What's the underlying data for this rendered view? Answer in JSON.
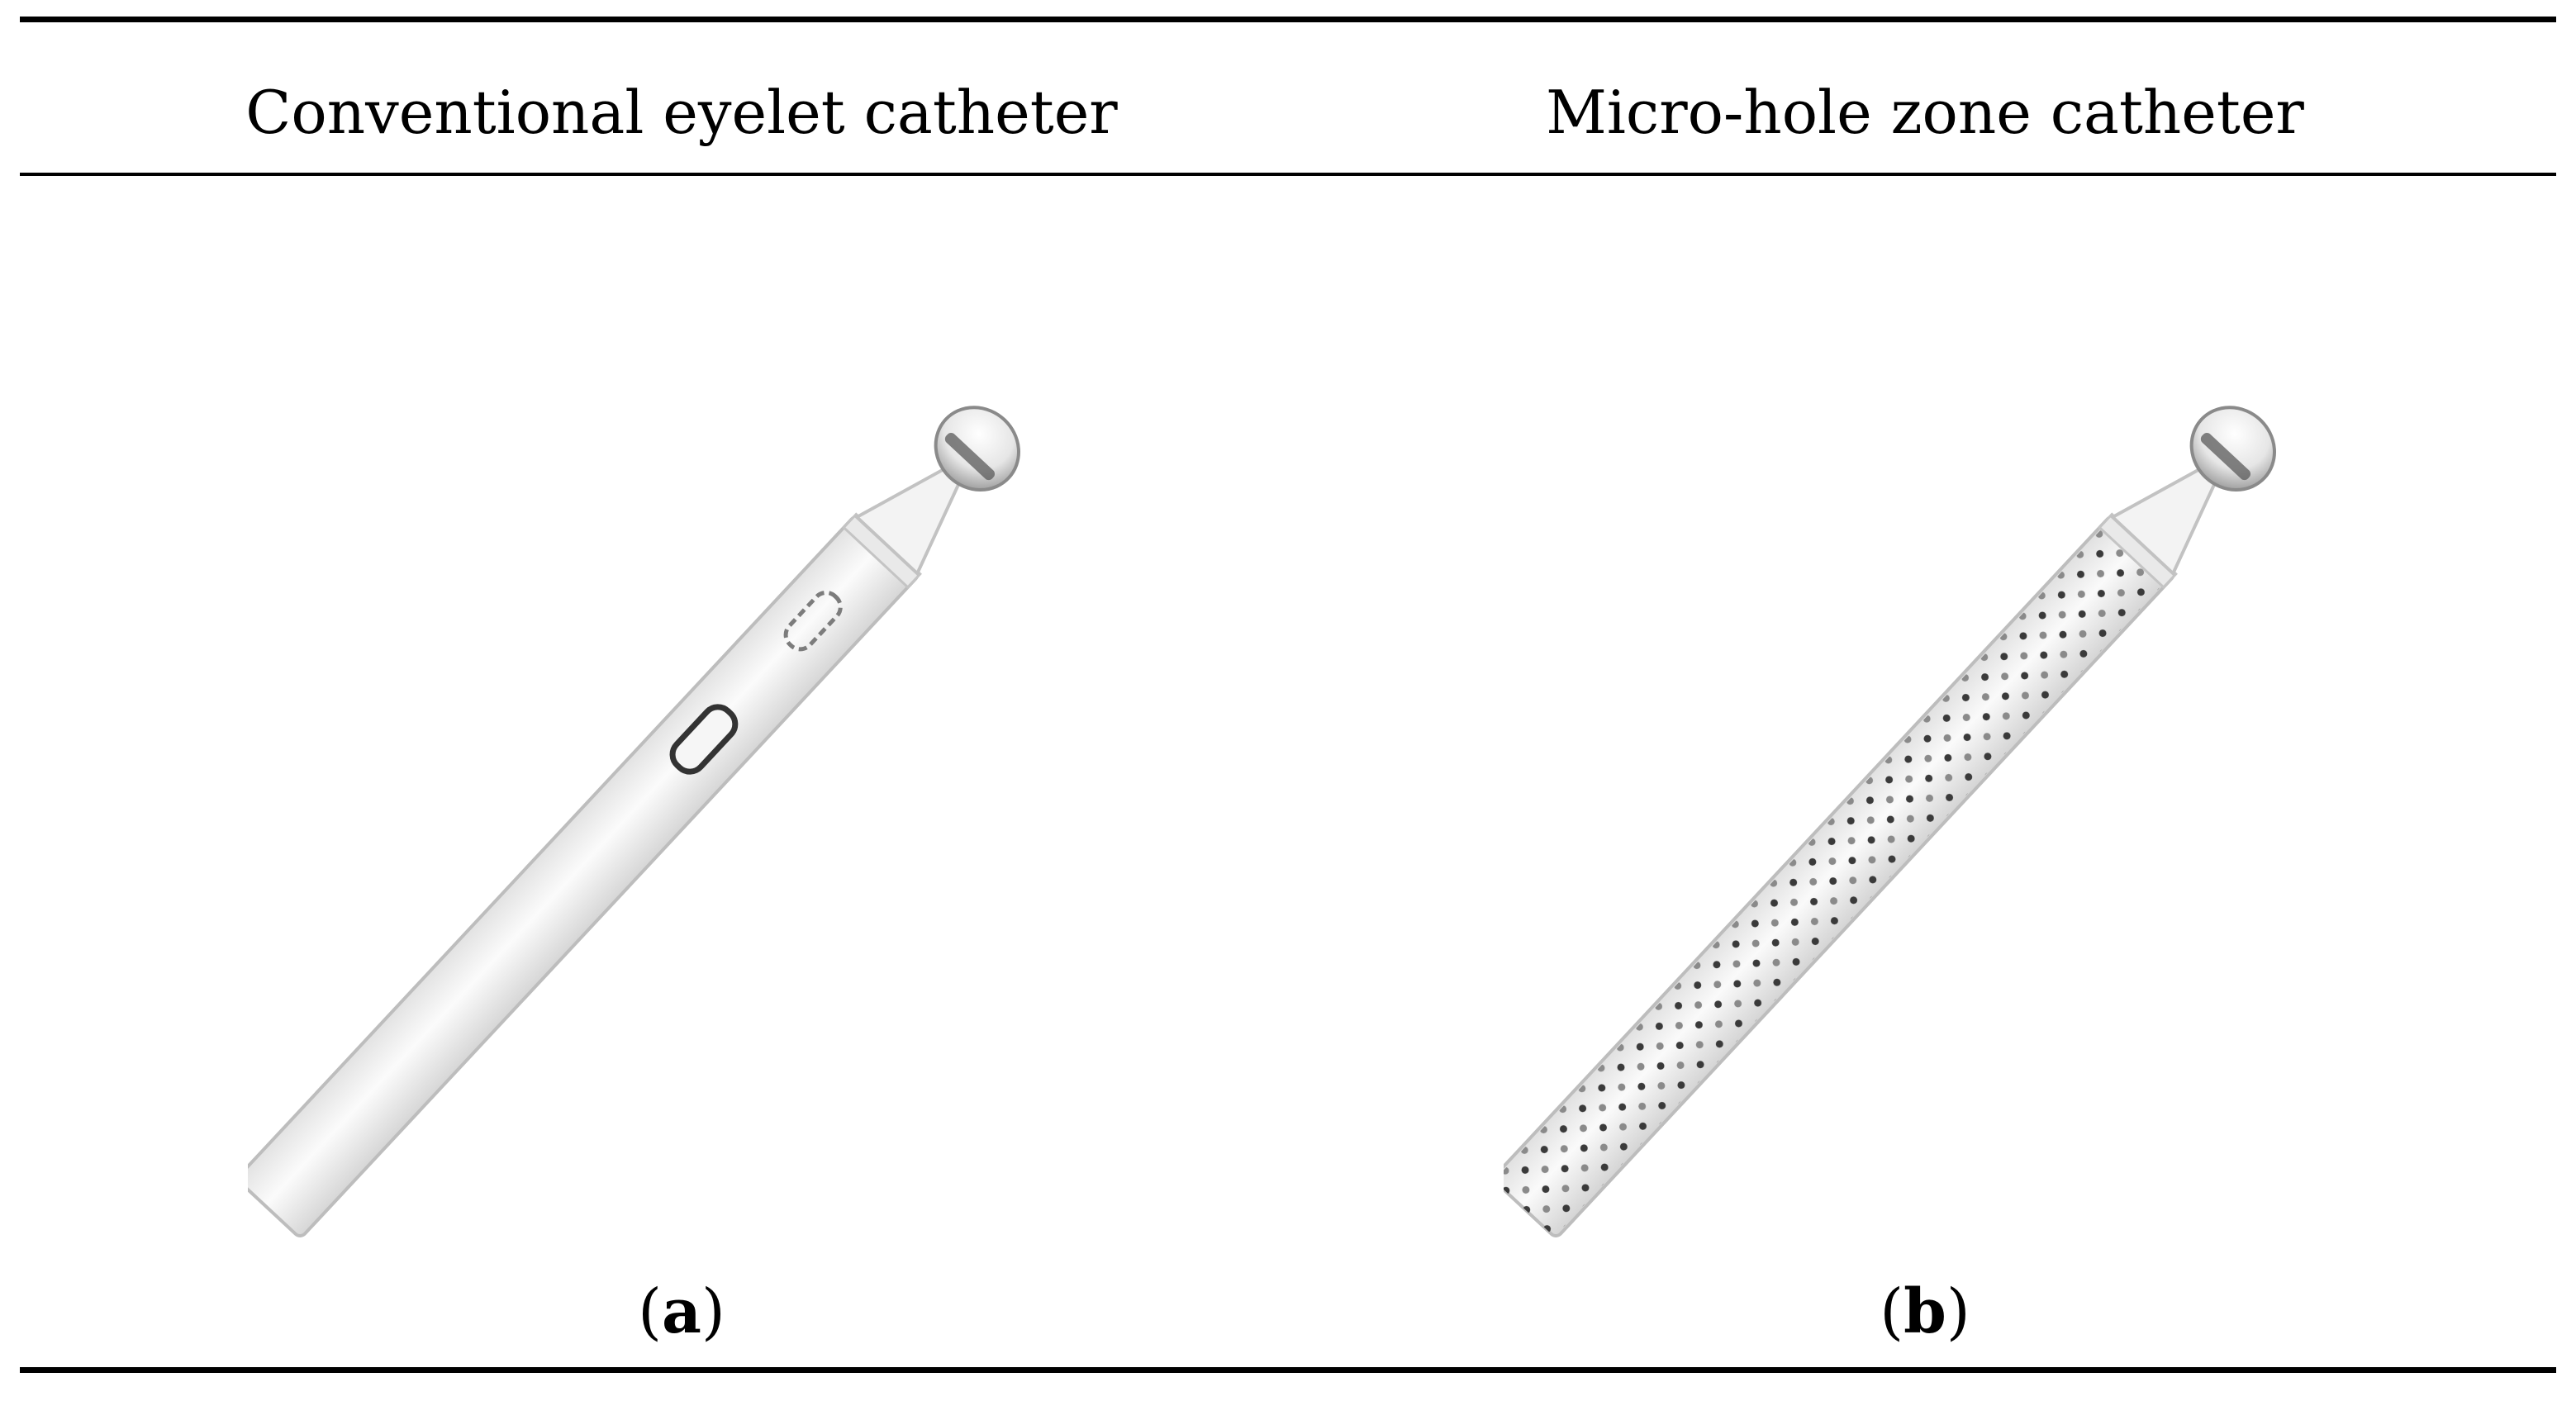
{
  "table": {
    "columns": [
      {
        "header": "Conventional eyelet catheter",
        "caption_open": "(",
        "caption_letter": "a",
        "caption_close": ")",
        "image": "catheter-eyelet-illustration"
      },
      {
        "header": "Micro-hole zone catheter",
        "caption_open": "(",
        "caption_letter": "b",
        "caption_close": ")",
        "image": "catheter-microhole-illustration"
      }
    ]
  },
  "colors": {
    "rule": "#000000",
    "catheter_outline": "#b8b8b8",
    "catheter_fill": "#f4f4f4",
    "hole": "#3a3a3a"
  }
}
